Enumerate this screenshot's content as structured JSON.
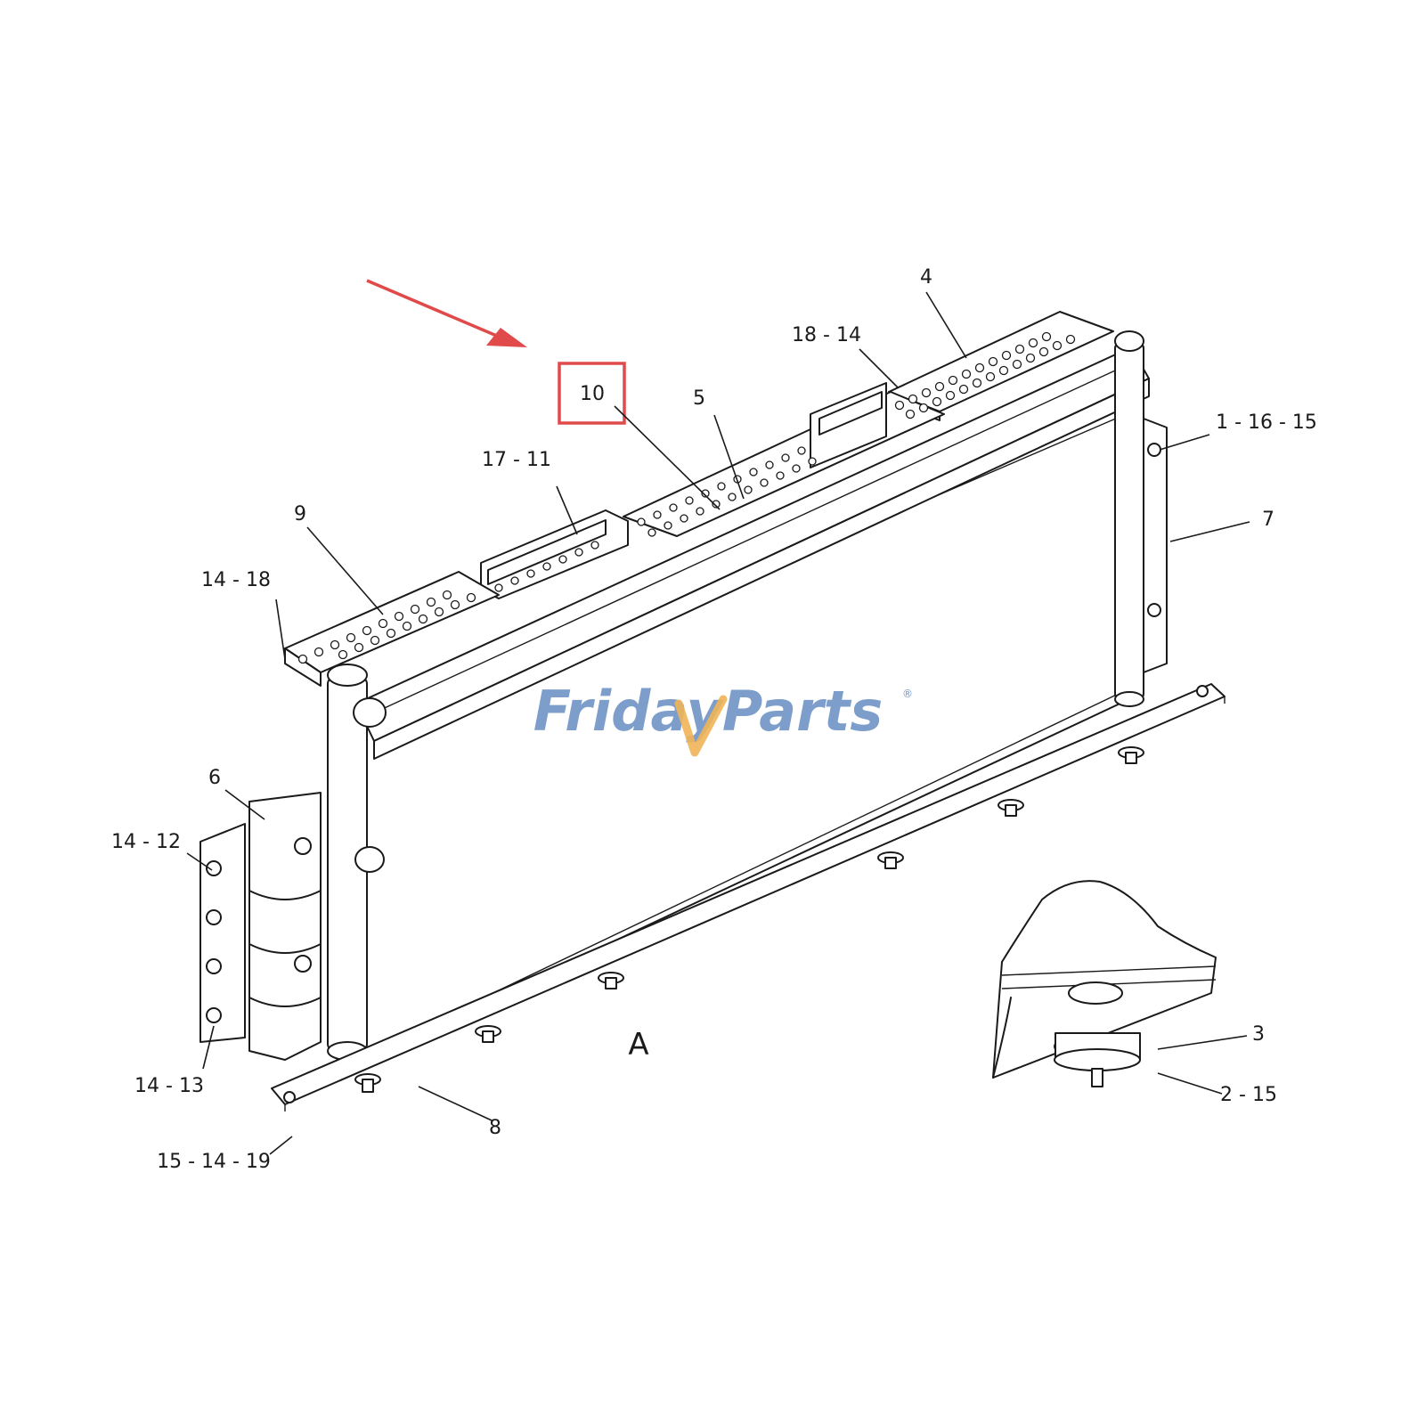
{
  "watermark": {
    "text": "FridayParts",
    "registered_mark": "®",
    "color_primary": "#6f93c4",
    "color_accent": "#f0b458"
  },
  "highlight": {
    "box_color": "#e04a4a",
    "arrow_color": "#e04a4a",
    "highlighted_callout": "10"
  },
  "callouts": {
    "c4": "4",
    "c18_14": "18 - 14",
    "c10": "10",
    "c5": "5",
    "c1_16_15": "1 - 16 - 15",
    "c17_11": "17 - 11",
    "c7": "7",
    "c9": "9",
    "c14_18": "14 - 18",
    "c6": "6",
    "c14_12": "14 - 12",
    "c14_13": "14 - 13",
    "c15_14_19": "15 - 14 - 19",
    "c8": "8",
    "c3": "3",
    "c2_15": "2 - 15"
  },
  "view_label": "A"
}
